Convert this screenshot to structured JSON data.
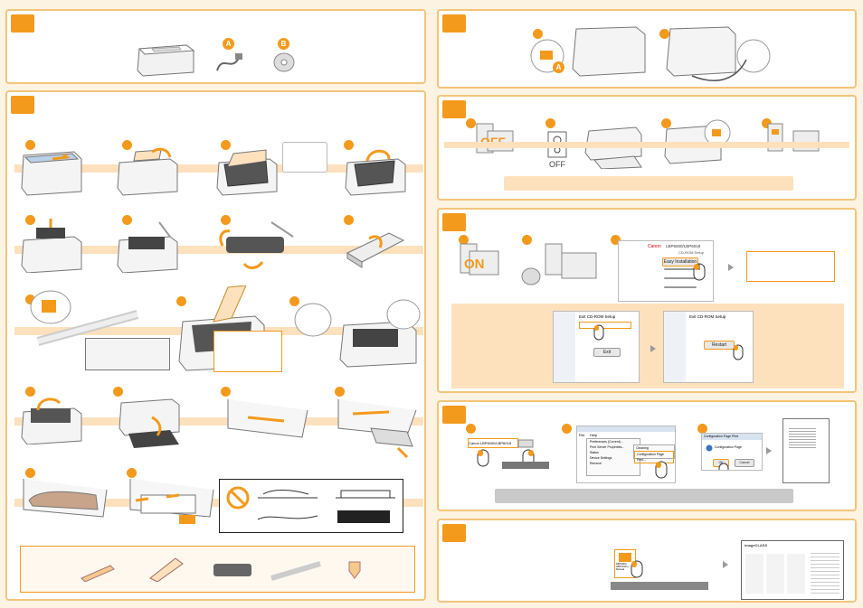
{
  "accessories": {
    "letter_a": "A",
    "letter_b": "B"
  },
  "power": {
    "off_label": "OFF",
    "off_caption": "OFF"
  },
  "install": {
    "on_label": "ON",
    "cdrom_title": "LBP6000/LBP6018",
    "cdrom_subtitle": "CD-ROM Setup",
    "canon_label": "Canon",
    "easy_install": "Easy Installation",
    "dialog_title": "Exit CD-ROM Setup",
    "exit_button": "Exit",
    "restart_button": "Restart"
  },
  "print_test": {
    "printer_item": "Canon LBP6000/LBP6018",
    "menu_file": "File",
    "menu_help": "Help",
    "menu_items": [
      "Preferences (Current)...",
      "Print Server Properties...",
      "Status",
      "Device Settings",
      "Remove"
    ],
    "submenu_items": [
      "Cleaning",
      "Configuration Page Print..."
    ],
    "config_title": "Configuration Page Print",
    "config_message": "Configuration Page",
    "ok_button": "OK",
    "cancel_button": "Cancel"
  },
  "manual": {
    "icon_text": "LBP6000 LBP6018 e-Manual",
    "doc_title": "imageCLASS"
  },
  "colors": {
    "accent": "#f39a1c",
    "panel_border": "#f3c47a",
    "band": "#fde1bd",
    "background": "#fdf3e2"
  }
}
